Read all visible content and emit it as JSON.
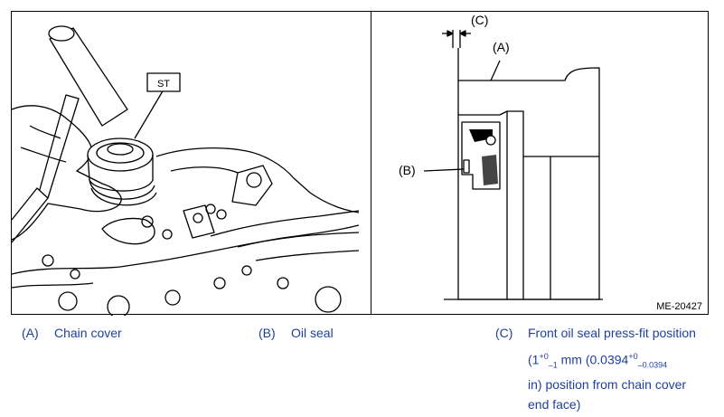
{
  "figure": {
    "id": "ME-20427",
    "tool_label": "ST",
    "callouts": {
      "a": "(A)",
      "b": "(B)",
      "c": "(C)"
    }
  },
  "legend": {
    "a": {
      "key": "(A)",
      "text": "Chain cover"
    },
    "b": {
      "key": "(B)",
      "text": "Oil seal"
    },
    "c": {
      "key": "(C)",
      "text_prefix": "Front oil seal press-fit position",
      "value_open": "(1",
      "tol_upper": "+0",
      "tol_lower": "–1",
      "value_unit": " mm (0.0394",
      "inch_tol_upper": "+0",
      "inch_tol_lower": "–0.0394",
      "text_suffix_1": "in) position from chain cover",
      "text_suffix_2": "end face)"
    }
  },
  "colors": {
    "legend_text": "#1f3f9e",
    "line": "#000000"
  }
}
